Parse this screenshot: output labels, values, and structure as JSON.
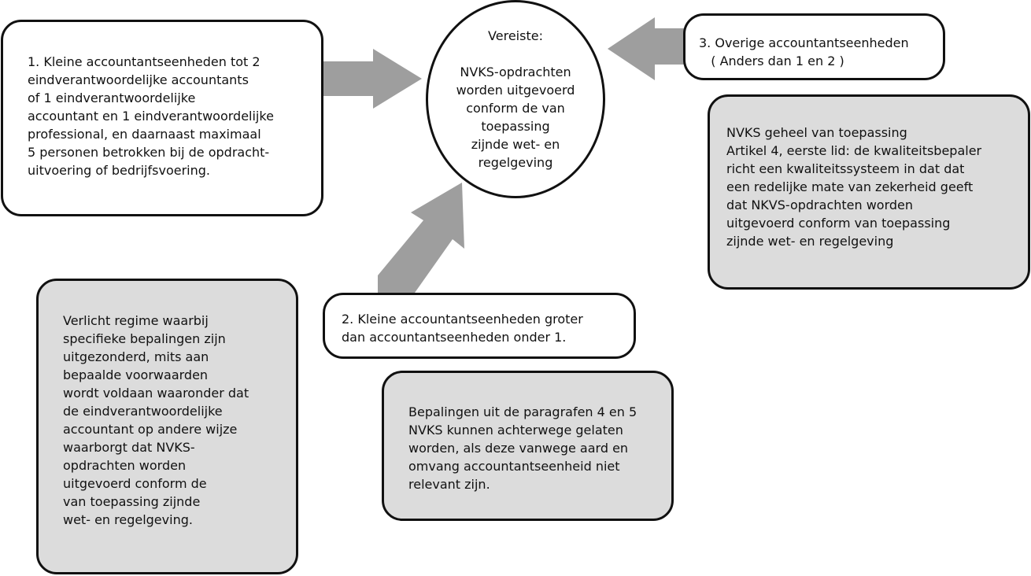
{
  "center": {
    "title": "Vereiste:",
    "body": "NVKS-opdrachten\nworden uitgevoerd\nconform de van\ntoepassing\nzijnde wet- en\nregelgeving"
  },
  "box1": {
    "text": "1. Kleine accountantseenheden tot 2\neindverantwoordelijke accountants\nof 1 eindverantwoordelijke\naccountant en 1 eindverantwoordelijke\nprofessional, en daarnaast maximaal\n5 personen betrokken bij de opdracht-\nuitvoering of bedrijfsvoering."
  },
  "box1_detail": {
    "text": "Verlicht regime waarbij\nspecifieke bepalingen zijn\nuitgezonderd, mits aan\nbepaalde voorwaarden\nwordt voldaan waaronder dat\nde eindverantwoordelijke\naccountant op andere wijze\nwaarborgt dat NVKS-\nopdrachten worden\nuitgevoerd conform de\nvan toepassing zijnde\nwet- en regelgeving."
  },
  "box2": {
    "text": "2. Kleine accountantseenheden groter\ndan accountantseenheden onder 1."
  },
  "box2_detail": {
    "text": "Bepalingen uit de paragrafen 4 en 5\nNVKS kunnen achterwege gelaten\nworden, als deze vanwege aard en\nomvang accountantseenheid niet\nrelevant zijn."
  },
  "box3": {
    "text": "3. Overige accountantseenheden\n   ( Anders dan 1 en 2 )"
  },
  "box3_detail": {
    "text": "NVKS geheel van toepassing\nArtikel 4, eerste lid: de kwaliteitsbepaler\nricht een kwaliteitssysteem in dat dat\neen redelijke mate van zekerheid geeft\ndat NKVS-opdrachten worden\nuitgevoerd conform van toepassing\nzijnde wet- en regelgeving"
  },
  "colors": {
    "arrow": "#9e9e9e",
    "grey_box": "#dcdcdc",
    "border": "#111111"
  }
}
